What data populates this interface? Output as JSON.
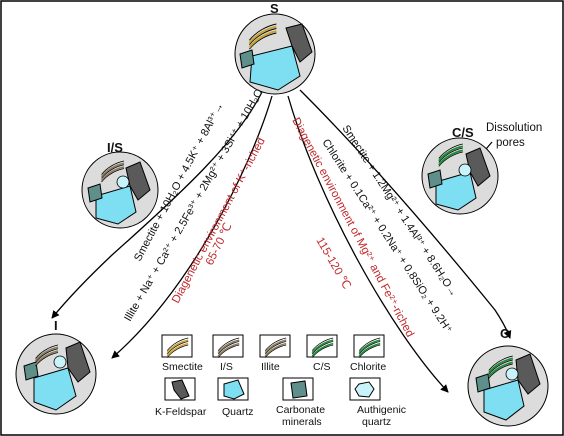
{
  "nodes": {
    "s": "S",
    "is": "I/S",
    "cs": "C/S",
    "i": "I",
    "c": "C"
  },
  "annotation": {
    "dissolution_line1": "Dissolution",
    "dissolution_line2": "pores"
  },
  "reactions": {
    "smectite_to_is": "Smectite + 10H₂O + 4.5K⁺ + 8Al³⁺→",
    "is_to_illite": "Illite + Na⁺ + Ca²⁺ + 2.5Fe³⁺ + 2Mg²⁺ + 3Si⁴⁺ + 10H₂O",
    "smectite_to_cs": "Smectite + 1.2Mg²⁺ + 1.4Al³⁺ + 8.6H₂O→",
    "cs_to_chlorite": "Chlorite + 0.1Ca²⁺ + 0.2Na⁺ + 0.8SiO₂ + 9.2H⁺"
  },
  "environments": {
    "k_env": "Diagenetic environment of K⁺-riched",
    "k_temp": "65-70 ℃",
    "mgfe_env": "Diagenetic environment of Mg²⁺ and Fe²⁺-riched",
    "mgfe_temp": "115-120 ℃"
  },
  "legend": {
    "smectite": "Smectite",
    "is": "I/S",
    "illite": "Illite",
    "cs": "C/S",
    "chlorite": "Chlorite",
    "kfeldspar": "K-Feldspar",
    "quartz": "Quartz",
    "carbonate_1": "Carbonate",
    "carbonate_2": "minerals",
    "authigenic_1": "Authigenic",
    "authigenic_2": "quartz"
  },
  "colors": {
    "quartz": "#7fdff2",
    "feldspar": "#5a5a5a",
    "carbonate": "#5f8f8a",
    "smectite": "#c8a233",
    "illite": "#8a7a60",
    "chlorite": "#1f8a3a",
    "circle_fill": "#dcdcdc",
    "env_text": "#c0282b"
  }
}
